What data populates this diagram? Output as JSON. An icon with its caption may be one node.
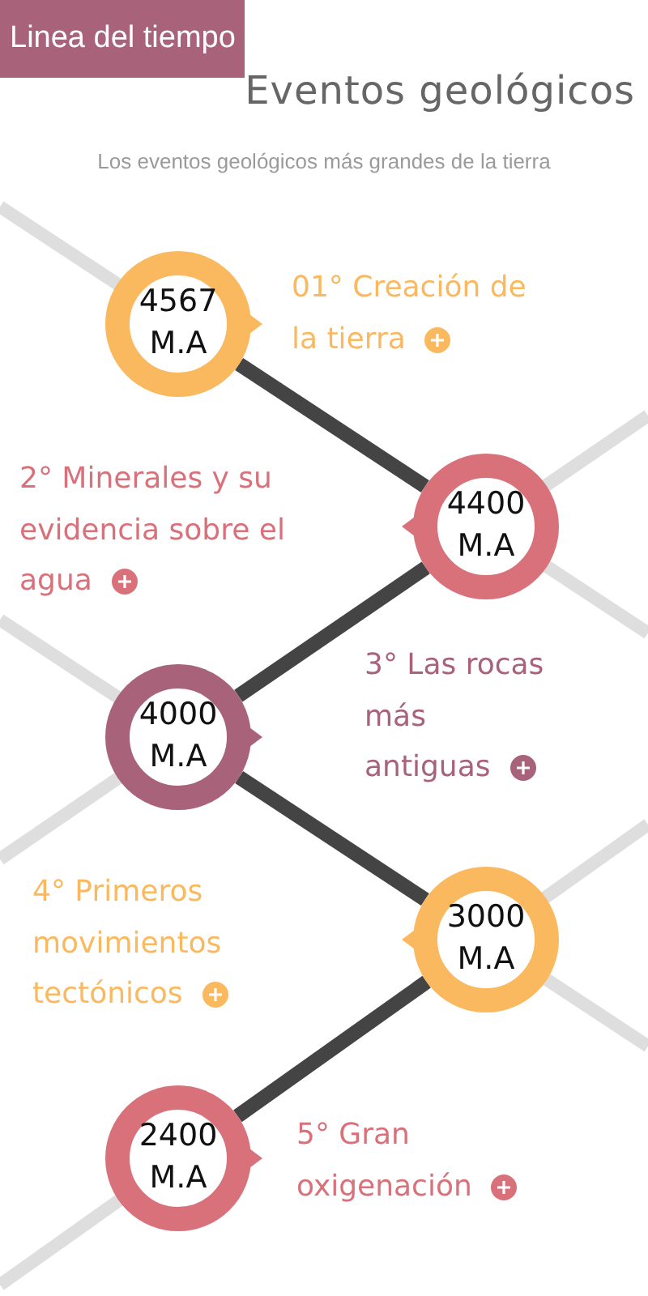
{
  "diagram": {
    "title": "Eventos geológicos",
    "nodes": [
      {
        "text": [
          "Linea del tiempo"
        ]
      },
      {
        "text": [
          "4567",
          "M.A"
        ]
      },
      {
        "text": [
          "4400",
          "M.A"
        ]
      },
      {
        "text": [
          "4000",
          "M.A"
        ]
      },
      {
        "text": [
          "3000",
          "M.A"
        ]
      },
      {
        "text": [
          "2400",
          "M.A"
        ]
      }
    ],
    "edges": [
      {
        "from": 1,
        "to": 2,
        "arrow": "none"
      },
      {
        "from": 2,
        "to": 3,
        "arrow": "none"
      },
      {
        "from": 3,
        "to": 4,
        "arrow": "none"
      },
      {
        "from": 4,
        "to": 5,
        "arrow": "none"
      }
    ],
    "labels": [
      "Los eventos geológicos más grandes de la tierra",
      "01° Creación de la tierra",
      "2° Minerales y su evidencia sobre el agua",
      "3° Las rocas más antiguas",
      "4° Primeros movimientos tectónicos",
      "5° Gran oxigenación"
    ]
  }
}
